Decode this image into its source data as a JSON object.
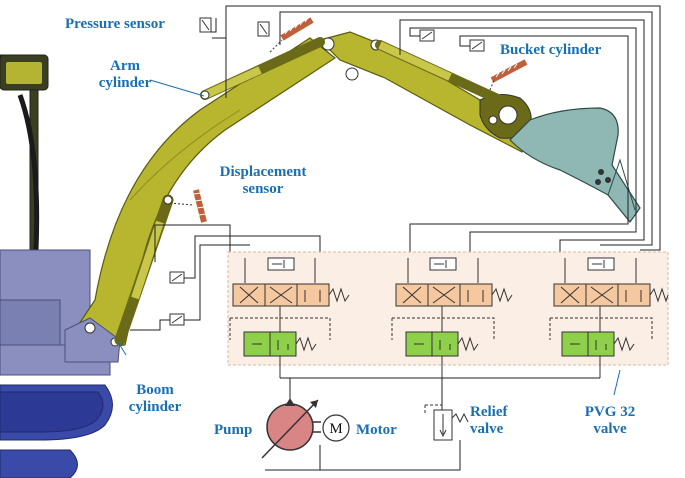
{
  "labels": {
    "pressure_sensor": "Pressure sensor",
    "arm_cylinder_1": "Arm",
    "arm_cylinder_2": "cylinder",
    "bucket_cylinder": "Bucket cylinder",
    "displacement_sensor_1": "Displacement",
    "displacement_sensor_2": "sensor",
    "boom_cylinder_1": "Boom",
    "boom_cylinder_2": "cylinder",
    "pump": "Pump",
    "motor": "Motor",
    "motor_symbol": "M",
    "relief_valve_1": "Relief",
    "relief_valve_2": "valve",
    "pvg_valve_1": "PVG 32",
    "pvg_valve_2": "valve"
  },
  "colors": {
    "label_text": "#1a6fb3",
    "machine_body": "#8a8fc0",
    "boom_arm": "#b8b62e",
    "bucket": "#8fb8b4",
    "valve_orange": "#f5c8a0",
    "valve_green": "#8ed04a",
    "pump": "#d98585",
    "valve_panel": "#fbeee4"
  }
}
